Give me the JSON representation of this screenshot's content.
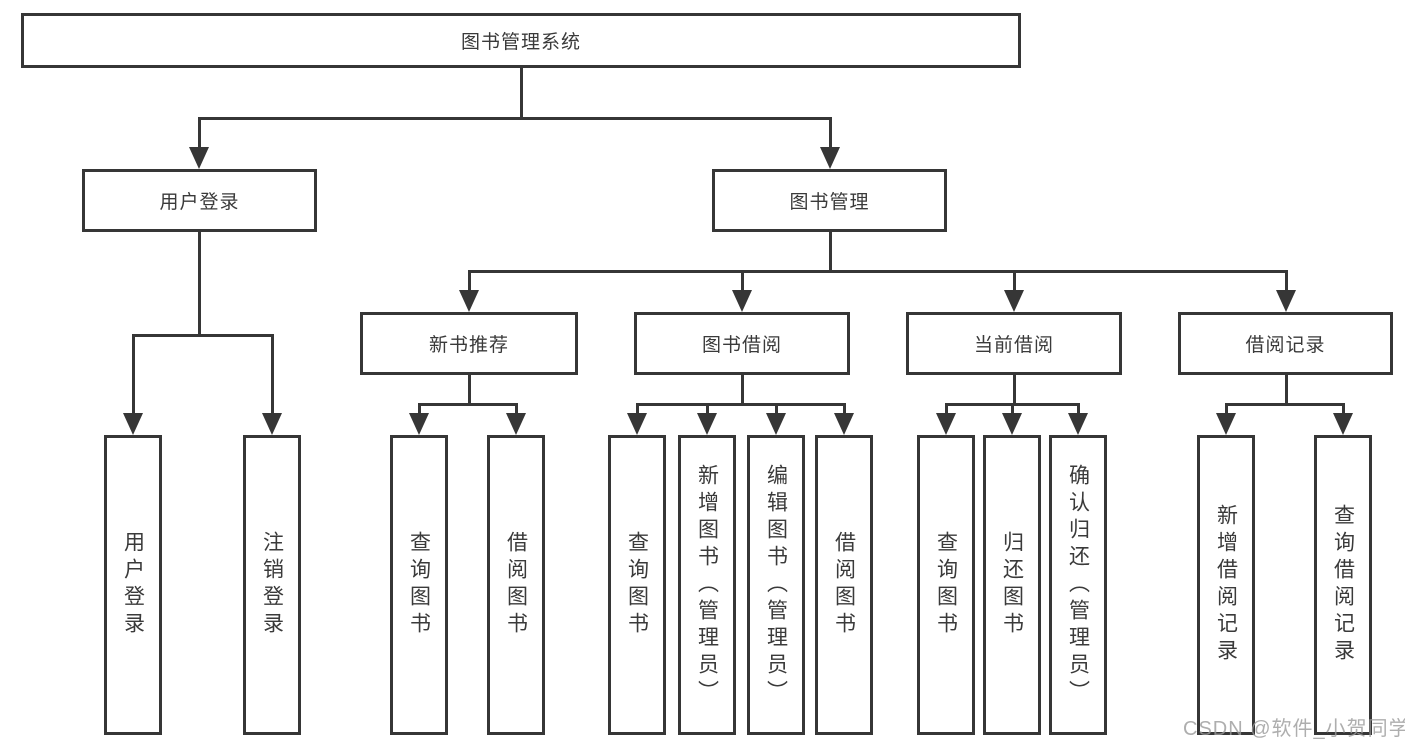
{
  "tree": {
    "label": "图书管理系统",
    "children": [
      {
        "label": "用户登录",
        "children": [
          {
            "label": "用户登录"
          },
          {
            "label": "注销登录"
          }
        ]
      },
      {
        "label": "图书管理",
        "children": [
          {
            "label": "新书推荐",
            "children": [
              {
                "label": "查询图书"
              },
              {
                "label": "借阅图书"
              }
            ]
          },
          {
            "label": "图书借阅",
            "children": [
              {
                "label": "查询图书"
              },
              {
                "label": "新增图书（管理员）"
              },
              {
                "label": "编辑图书（管理员）"
              },
              {
                "label": "借阅图书"
              }
            ]
          },
          {
            "label": "当前借阅",
            "children": [
              {
                "label": "查询图书"
              },
              {
                "label": "归还图书"
              },
              {
                "label": "确认归还（管理员）"
              }
            ]
          },
          {
            "label": "借阅记录",
            "children": [
              {
                "label": "新增借阅记录"
              },
              {
                "label": "查询借阅记录"
              }
            ]
          }
        ]
      }
    ]
  },
  "watermark": {
    "text": "CSDN @软件_小贺同学"
  },
  "colors": {
    "line": "#363636",
    "text": "#3a3a3a",
    "watermark": "#9a9a9a",
    "background": "#ffffff"
  }
}
